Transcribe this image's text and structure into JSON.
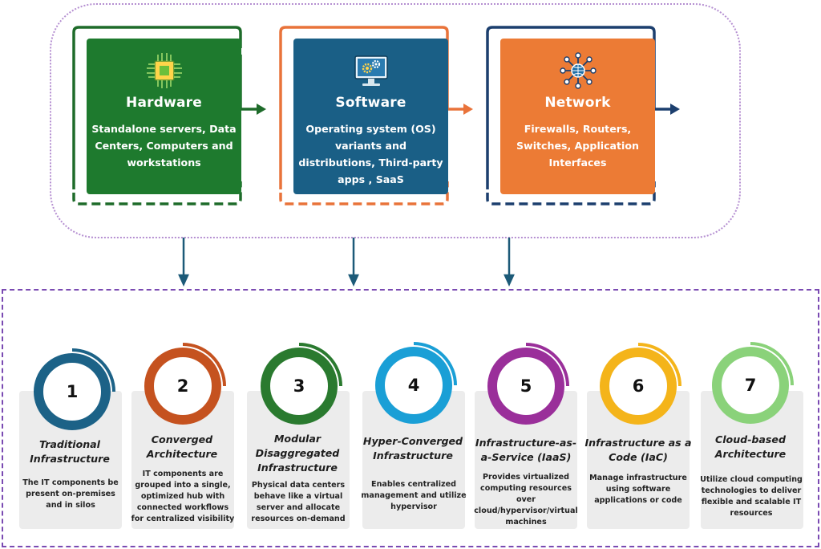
{
  "top": {
    "cards": [
      {
        "title": "Hardware",
        "desc": "Standalone servers, Data Centers, Computers and workstations",
        "color": "#1e7a2e",
        "frame_color": "#1e6b2a",
        "icon": "chip-icon"
      },
      {
        "title": "Software",
        "desc": "Operating system (OS) variants and distributions, Third-party apps , SaaS",
        "color": "#1a5f86",
        "frame_color": "#e9733a",
        "icon": "monitor-gears-icon"
      },
      {
        "title": "Network",
        "desc": "Firewalls, Routers, Switches, Application Interfaces",
        "color": "#ec7b35",
        "frame_color": "#1c3f6e",
        "icon": "network-globe-icon"
      }
    ]
  },
  "steps": [
    {
      "num": "1",
      "title": "Traditional Infrastructure",
      "desc": "The IT components be present on-premises and in silos",
      "color": "#1c6287"
    },
    {
      "num": "2",
      "title": "Converged Architecture",
      "desc": "IT components are grouped into a single, optimized hub with connected workflows for centralized visibility",
      "color": "#c5521f"
    },
    {
      "num": "3",
      "title": "Modular Disaggregated Infrastructure",
      "desc": "Physical data centers behave like a virtual server and allocate resources on-demand",
      "color": "#2a7a2f"
    },
    {
      "num": "4",
      "title": "Hyper-Converged Infrastructure",
      "desc": "Enables centralized management and utilize hypervisor",
      "color": "#1a9fd6"
    },
    {
      "num": "5",
      "title": "Infrastructure-as-a-Service (IaaS)",
      "desc": "Provides virtualized computing resources over cloud/hypervisor/virtual machines",
      "color": "#9a2f9a"
    },
    {
      "num": "6",
      "title": "Infrastructure as a Code (IaC)",
      "desc": "Manage infrastructure using software applications or code",
      "color": "#f4b41a"
    },
    {
      "num": "7",
      "title": "Cloud-based Architecture",
      "desc": "Utilize cloud computing technologies to deliver flexible and scalable IT resources",
      "color": "#8ad27a"
    }
  ]
}
